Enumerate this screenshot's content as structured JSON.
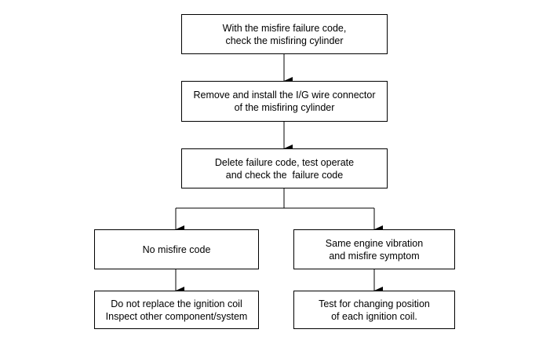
{
  "flowchart": {
    "steps": [
      {
        "id": "check-cylinder",
        "lines": [
          "With the misfire failure code,",
          "check the misfiring cylinder"
        ]
      },
      {
        "id": "reinstall-connector",
        "lines": [
          "Remove and install the I/G wire connector",
          "of the misfiring cylinder"
        ]
      },
      {
        "id": "delete-code",
        "lines": [
          "Delete failure code, test operate",
          "and check the  failure code"
        ]
      },
      {
        "id": "no-misfire",
        "lines": [
          "No misfire code"
        ]
      },
      {
        "id": "same-symptom",
        "lines": [
          "Same engine vibration",
          "and misfire symptom"
        ]
      },
      {
        "id": "inspect-other",
        "lines": [
          "Do not replace the ignition coil",
          "Inspect other component/system"
        ]
      },
      {
        "id": "test-position",
        "lines": [
          "Test for changing position",
          "of each ignition coil."
        ]
      }
    ]
  }
}
